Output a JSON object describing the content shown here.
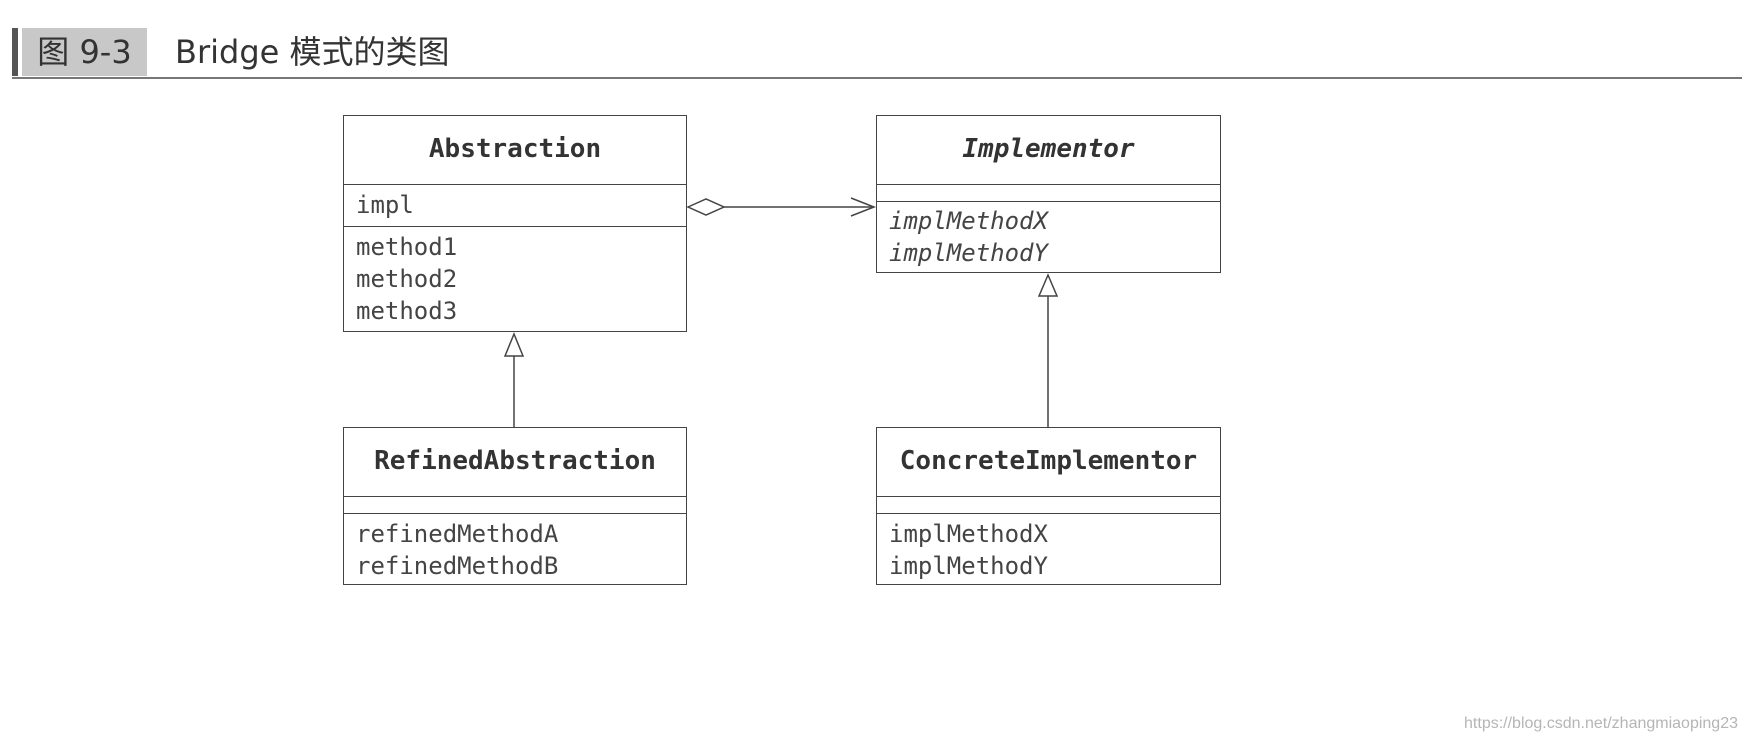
{
  "header": {
    "figure_label": "图 9-3",
    "title": "Bridge 模式的类图"
  },
  "classes": {
    "abstraction": {
      "name": "Abstraction",
      "fields": [
        "impl"
      ],
      "methods": [
        "method1",
        "method2",
        "method3"
      ]
    },
    "implementor": {
      "name": "Implementor",
      "fields": [],
      "methods": [
        "implMethodX",
        "implMethodY"
      ]
    },
    "refined_abstraction": {
      "name": "RefinedAbstraction",
      "fields": [],
      "methods": [
        "refinedMethodA",
        "refinedMethodB"
      ]
    },
    "concrete_implementor": {
      "name": "ConcreteImplementor",
      "fields": [],
      "methods": [
        "implMethodX",
        "implMethodY"
      ]
    }
  },
  "watermark": "https://blog.csdn.net/zhangmiaoping23"
}
